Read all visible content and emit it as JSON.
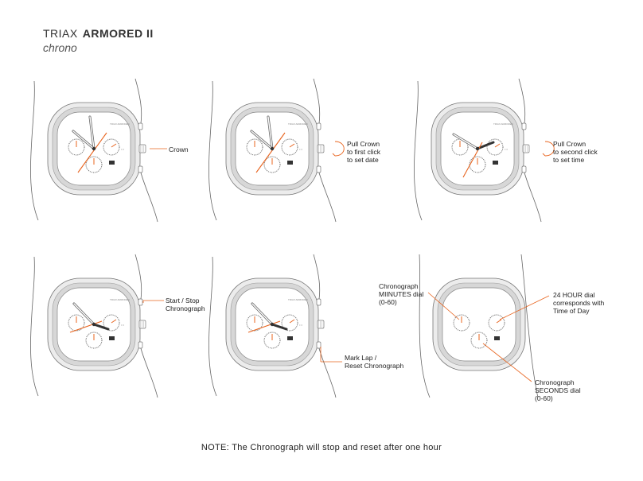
{
  "header": {
    "brand": "TRIAX",
    "model": "ARMORED II",
    "subtitle": "chrono"
  },
  "labels": {
    "crown": "Crown",
    "pull_first_1": "Pull Crown",
    "pull_first_2": "to first click",
    "pull_first_3": "to set date",
    "pull_second_1": "Pull Crown",
    "pull_second_2": "to second click",
    "pull_second_3": "to set time",
    "start_stop_1": "Start / Stop",
    "start_stop_2": "Chronograph",
    "mark_lap_1": "Mark Lap /",
    "mark_lap_2": "Reset Chronograph",
    "min_dial_1": "Chronograph",
    "min_dial_2": "MIINUTES dial",
    "min_dial_3": "(0-60)",
    "hour24_1": "24 HOUR dial",
    "hour24_2": "corresponds with",
    "hour24_3": "Time of Day",
    "sec_dial_1": "Chronograph",
    "sec_dial_2": "SECONDS dial",
    "sec_dial_3": "(0-60)"
  },
  "note": "NOTE:  The Chronograph will stop and reset after one hour",
  "colors": {
    "accent": "#e8641e",
    "line": "#555555",
    "case": "#dcdcdc"
  }
}
